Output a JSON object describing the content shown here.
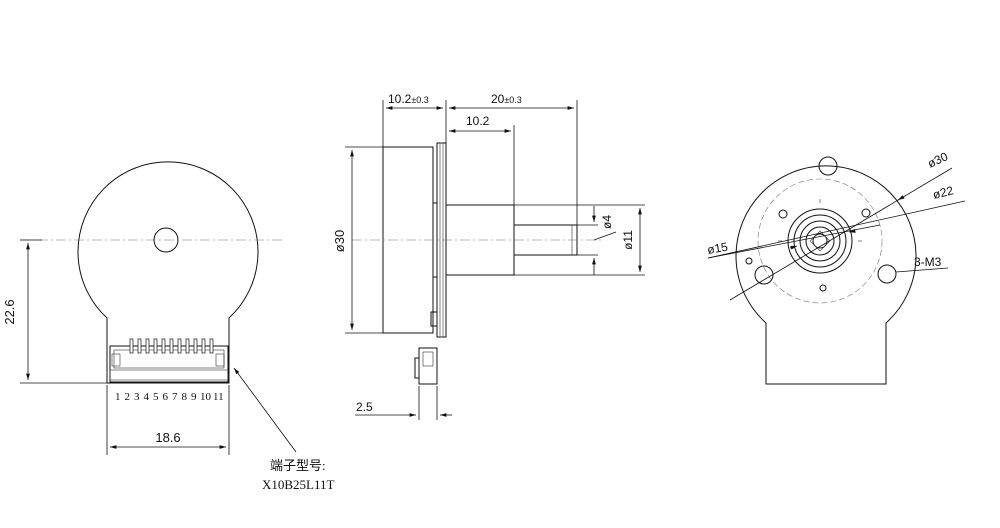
{
  "front_view": {
    "dim_height": "22.6",
    "dim_width": "18.6",
    "pin_numbers": [
      "1",
      "2",
      "3",
      "4",
      "5",
      "6",
      "7",
      "8",
      "9",
      "10",
      "11"
    ],
    "connector_label": "端子型号:",
    "connector_model": "X10B25L11T"
  },
  "side_view": {
    "dim_body_len": "10.2",
    "dim_body_tol": "±0.3",
    "dim_shaft_len": "20",
    "dim_shaft_tol": "±0.3",
    "dim_shaft_inner": "10.2",
    "dim_body_dia": "ø30",
    "dim_shaft_dia": "ø4",
    "dim_bushing_dia": "ø11",
    "dim_terminal": "2.5"
  },
  "rear_view": {
    "dim_outer": "ø30",
    "dim_pcd": "ø22",
    "dim_hub": "ø15",
    "dim_holes": "3-M3"
  }
}
